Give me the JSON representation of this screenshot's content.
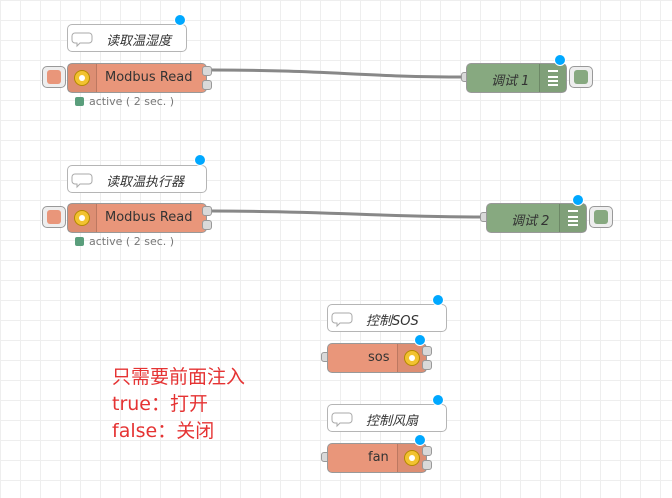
{
  "comments": {
    "c1": "读取温湿度",
    "c2": "读取温执行器",
    "c3": "控制SOS",
    "c4": "控制风扇"
  },
  "modbus_nodes": {
    "m1": {
      "label": "Modbus Read",
      "status": "active ( 2 sec. )"
    },
    "m2": {
      "label": "Modbus Read",
      "status": "active ( 2 sec. )"
    }
  },
  "debug_nodes": {
    "d1": "调试 1",
    "d2": "调试 2"
  },
  "inject_nodes": {
    "i1": "sos",
    "i2": "fan"
  },
  "note": {
    "line1": "只需要前面注入",
    "line2": "true：打开",
    "line3": "false：关闭"
  },
  "colors": {
    "modbus": "#e9967a",
    "debug": "#87a980",
    "changed_dot": "#00a8ff",
    "status_ok": "#5a9e7c",
    "note_text": "#e53333"
  },
  "icons": {
    "comment": "speech-bubble-icon",
    "modbus": "gear-icon",
    "debug": "list-icon"
  }
}
